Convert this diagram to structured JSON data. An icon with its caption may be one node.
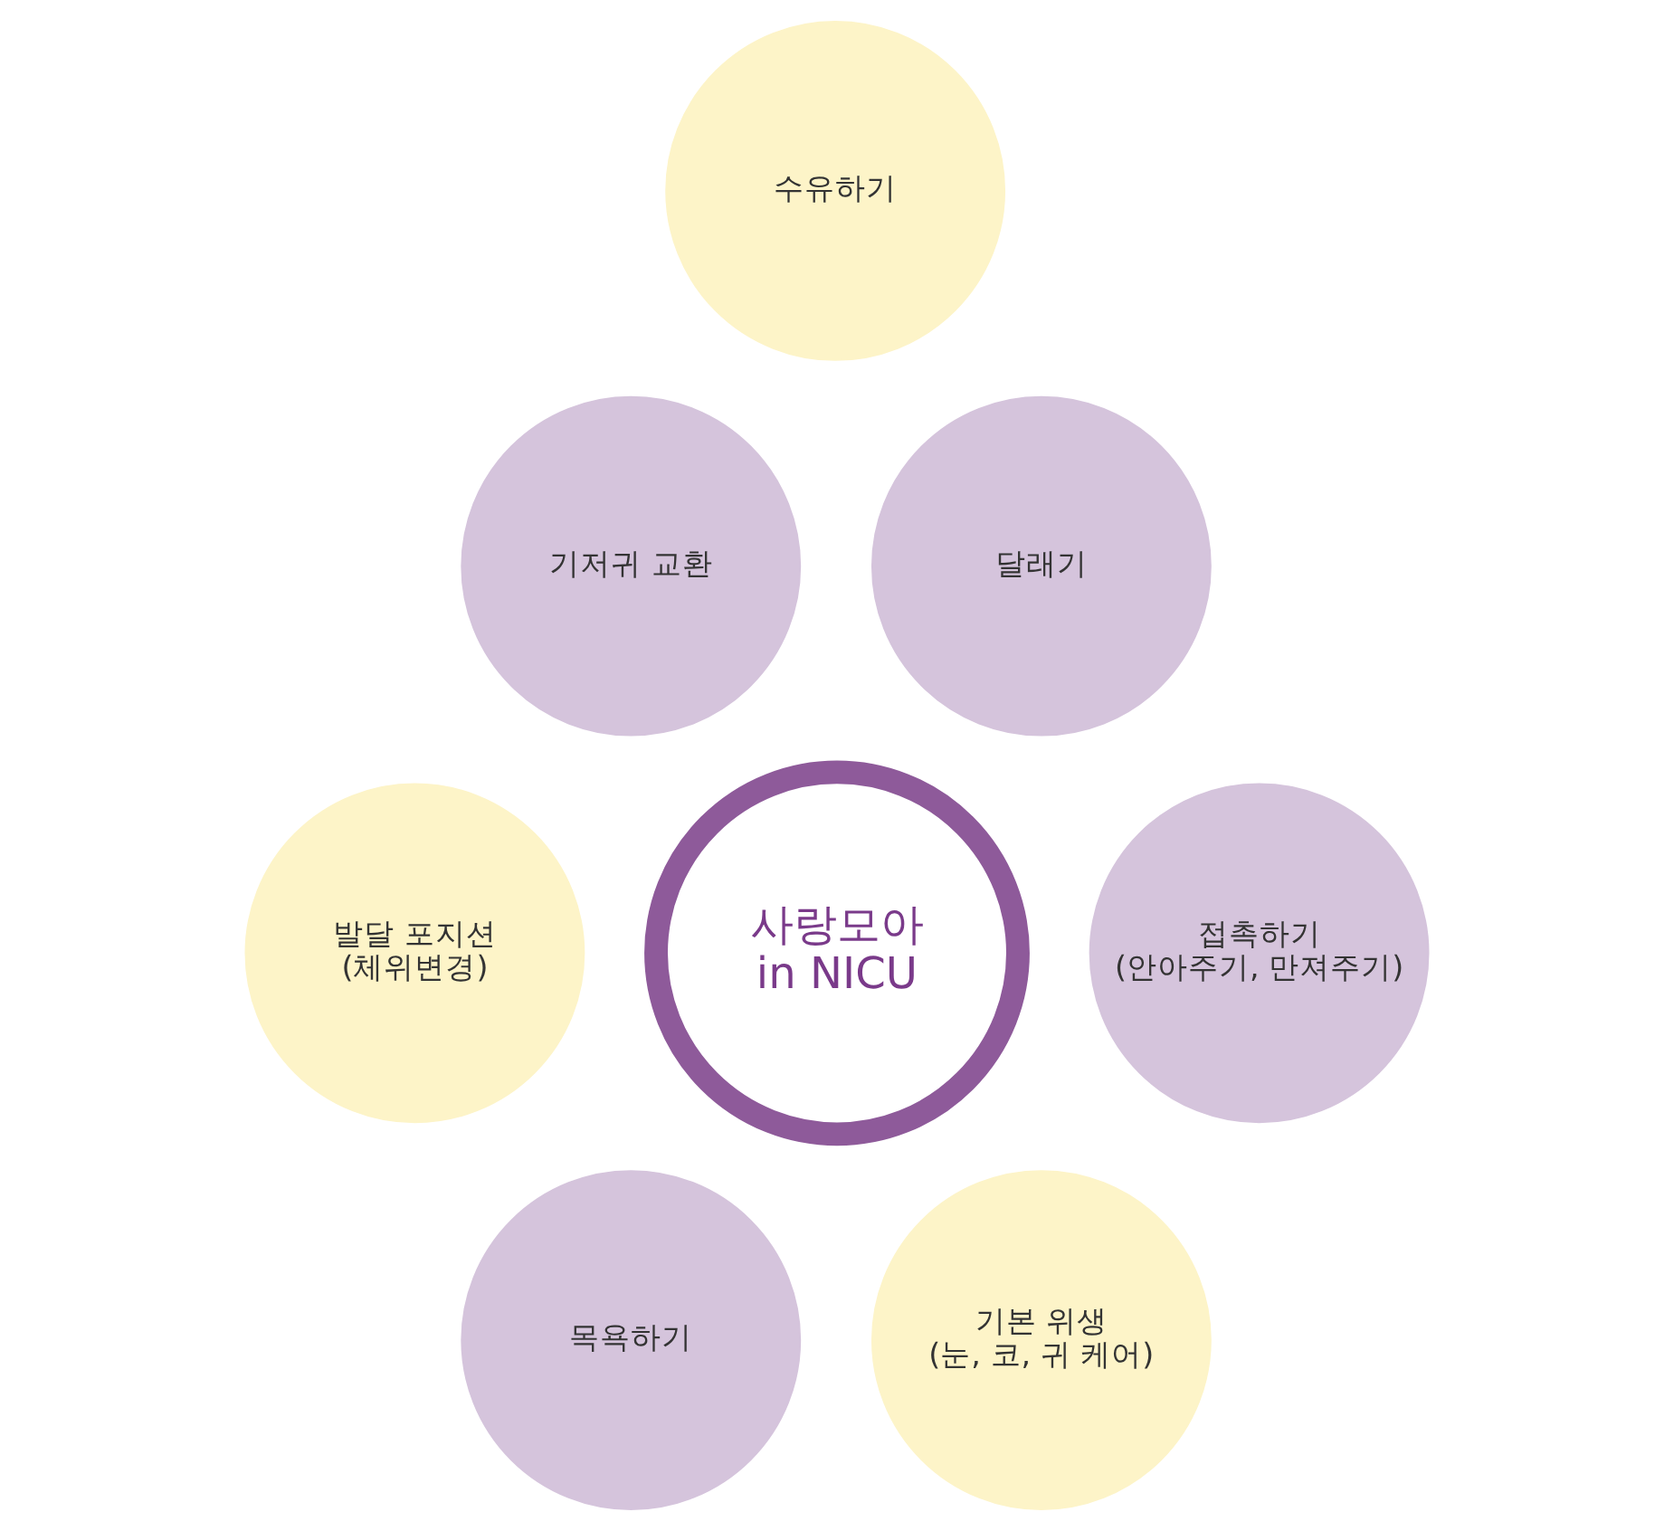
{
  "diagram": {
    "nodes": [
      {
        "text": [
          "수유하기"
        ]
      },
      {
        "text": [
          "기저귀 교환"
        ]
      },
      {
        "text": [
          "달래기"
        ]
      },
      {
        "text": [
          "사랑모아 in NICU"
        ]
      },
      {
        "text": [
          "발달 포지션",
          "(체위변경)"
        ]
      },
      {
        "text": [
          "접촉하기",
          "(안아주기, 만져주기)"
        ]
      },
      {
        "text": [
          "목욕하기"
        ]
      },
      {
        "text": [
          "기본 위생",
          "(눈, 코, 귀 케어)"
        ]
      }
    ]
  }
}
